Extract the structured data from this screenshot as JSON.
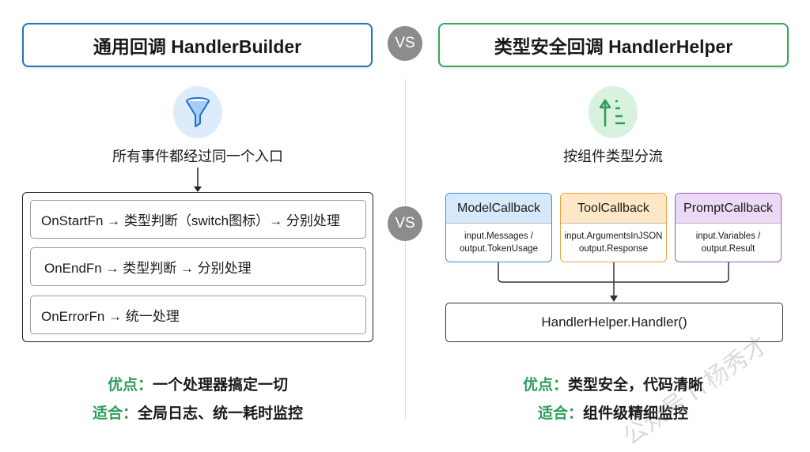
{
  "left": {
    "title": "通用回调 HandlerBuilder",
    "icon": "funnel-icon",
    "caption": "所有事件都经过同一个入口",
    "rows": [
      "OnStartFn  → 类型判断（switch图标）→ 分别处理",
      "OnEndFn  → 类型判断 → 分别处理",
      "OnErrorFn → 统一处理"
    ],
    "pros_label": "优点：",
    "pros": "一个处理器搞定一切",
    "fit_label": "适合：",
    "fit": "全局日志、统一耗时监控"
  },
  "vs": "VS",
  "right": {
    "title": "类型安全回调 HandlerHelper",
    "icon": "sort-ascending-icon",
    "caption": "按组件类型分流",
    "callbacks": [
      {
        "title": "ModelCallback",
        "line1": "input.Messages /",
        "line2": "output.TokenUsage",
        "color": "#3b8fd9",
        "header_bg": "#d6e9fb"
      },
      {
        "title": "ToolCallback",
        "line1": "input.ArgumentsInJSON",
        "line2": "output.Response",
        "color": "#e8a33c",
        "header_bg": "#fde7c6"
      },
      {
        "title": "PromptCallback",
        "line1": "input.Variables /",
        "line2": "output.Result",
        "color": "#9b59b6",
        "header_bg": "#ecd9f5"
      }
    ],
    "handler": "HandlerHelper.Handler()",
    "pros_label": "优点：",
    "pros": "类型安全，代码清晰",
    "fit_label": "适合：",
    "fit": "组件级精细监控"
  },
  "watermark": "公众号 IT杨秀才",
  "colors": {
    "blue": "#2a72b5",
    "green": "#3aa55d",
    "label_green": "#2e9d5a",
    "vs_gray": "#8c8c8c"
  }
}
